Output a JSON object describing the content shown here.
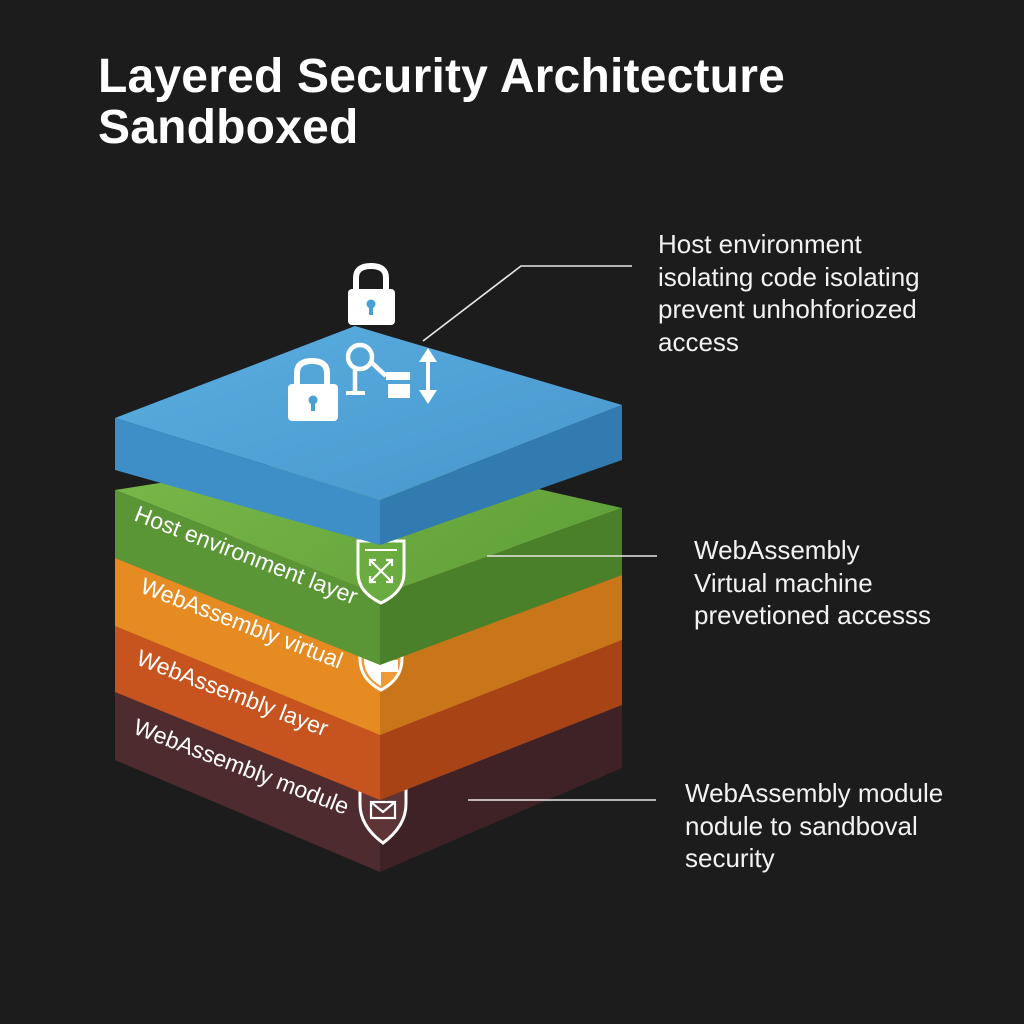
{
  "title": {
    "line1": "Layered Security Architecture",
    "line2": "Sandboxed"
  },
  "layers": {
    "top": {
      "color": "#4a9fd4",
      "icons": [
        "padlock-icon",
        "padlock-icon",
        "key-icon",
        "arrows-vertical-icon"
      ]
    },
    "host_environment": {
      "label": "Host environment layer",
      "color": "#6aac3f",
      "icon": "shield-expand-icon"
    },
    "webassembly_virtual": {
      "label": "WebAssembly virtual",
      "color": "#f0a03a",
      "icon": "shield-check-icon"
    },
    "webassembly_layer": {
      "label": "WebAssembly layer",
      "color": "#e0682e",
      "icon": ""
    },
    "webassembly_module": {
      "label": "WebAssembly module",
      "color": "#6b3d3f",
      "icon": "shield-mail-icon"
    }
  },
  "callouts": [
    {
      "lines": [
        "Host environment",
        "isolating code isolating",
        "prevent unhohforiozed",
        "access"
      ]
    },
    {
      "lines": [
        "WebAssembly",
        "Virtual machine",
        "prevetioned accesss"
      ]
    },
    {
      "lines": [
        "WebAssembly module",
        "nodule to sandboval",
        "security"
      ]
    }
  ]
}
